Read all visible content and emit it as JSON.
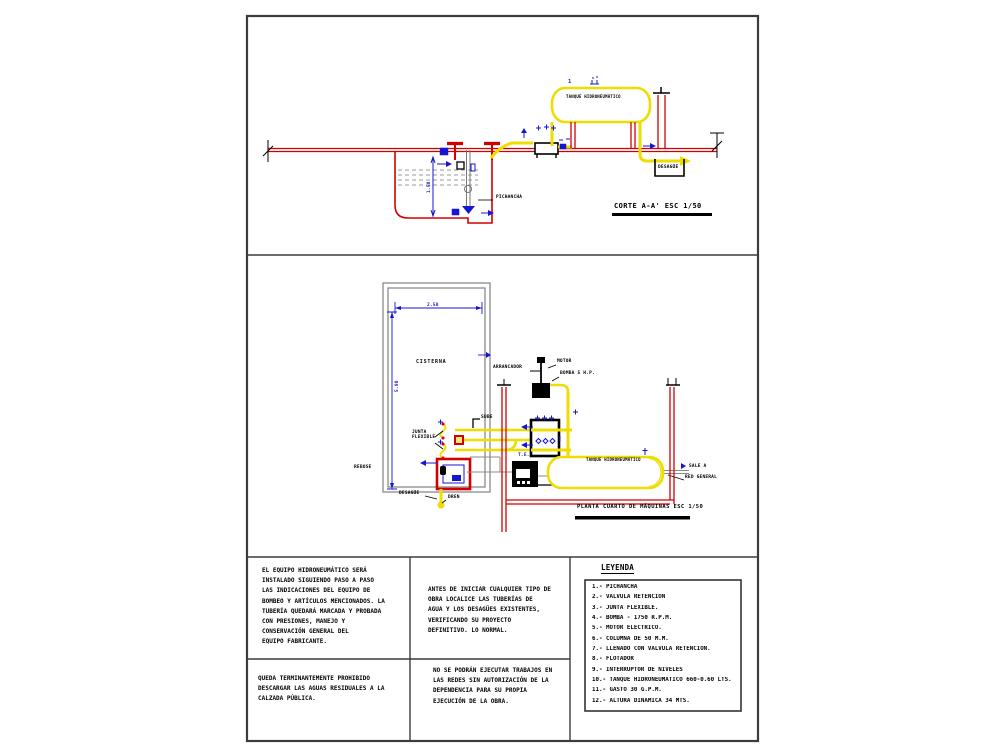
{
  "colors": {
    "red": "#d40000",
    "yellow": "#eedd00",
    "blue": "#1616d0",
    "gray": "#8a8a8a",
    "black": "#000000",
    "frame": "#3c3c3c"
  },
  "corte": {
    "title": "CORTE A-A'   ESC 1/50",
    "labels": {
      "tank": "TANQUE HIDRONEUMÁTICO",
      "foot_valve": "PICHANCHA",
      "drain": "DESAGÜE",
      "dim_depth": "1.50",
      "tag": "1"
    }
  },
  "planta": {
    "title": "PLANTA CUARTO DE MÁQUINAS ESC 1/50",
    "labels": {
      "cisterna": "CISTERNA",
      "dim_width": "2.50",
      "dim_length": "5.00",
      "rebose": "REBOSE",
      "desague": "DESAGÜE",
      "dren": "DREN",
      "junta": "JUNTA\nFLEXIBLE",
      "arrancador": "ARRANCADOR",
      "motor": "MOTOR",
      "bomba": "BOMBA 5 H.P.",
      "tanque": "TANQUE HIDRONEUMÁTICO",
      "sale": "SALE A",
      "red_general": "RED GENERAL",
      "tablero": "T.E.",
      "sube": "SUBE"
    }
  },
  "notes": {
    "n1": "EL EQUIPO HIDRONEUMÁTICO SERÁ\nINSTALADO SIGUIENDO PASO A PASO\nLAS INDICACIONES DEL EQUIPO DE\nBOMBEO Y ARTÍCULOS MENCIONADOS. LA\nTUBERÍA QUEDARÁ MARCADA Y PROBADA\nCON PRESIONES, MANEJO Y\nCONSERVACIÓN GENERAL DEL\nEQUIPO FABRICANTE.",
    "n2": "QUEDA TERMINANTEMENTE PROHIBIDO\nDESCARGAR LAS AGUAS RESIDUALES A LA\nCALZADA PÚBLICA.",
    "n3": "ANTES DE INICIAR CUALQUIER TIPO DE\nOBRA LOCALICE LAS TUBERÍAS DE\nAGUA Y LOS DESAGÜES EXISTENTES,\nVERIFICANDO SU PROYECTO\nDEFINITIVO. LO NORMAL.",
    "n4": "NO SE PODRÁN EJECUTAR TRABAJOS EN\nLAS REDES SIN AUTORIZACIÓN DE LA\nDEPENDENCIA PARA SU PROPIA\nEJECUCIÓN DE LA OBRA."
  },
  "legend": {
    "title": "LEYENDA",
    "items": [
      "1.- PICHANCHA",
      "2.- VÁLVULA RETENCIÓN",
      "3.- JUNTA FLEXIBLE.",
      "4.- BOMBA - 1750 R.P.M.",
      "5.- MOTOR ELÉCTRICO.",
      "6.- COLUMNA DE 50 M.M.",
      "7.- LLENADO CON VÁLVULA RETENCIÓN.",
      "8.- FLOTADOR",
      "9.- INTERRUPTOR DE NIVELES",
      "10.- TANQUE HIDRONEUMÁTICO 660-0.60 LTS.",
      "11.- GASTO 30 G.P.M.",
      "12.- ALTURA DINÁMICA 34 MTS."
    ]
  }
}
